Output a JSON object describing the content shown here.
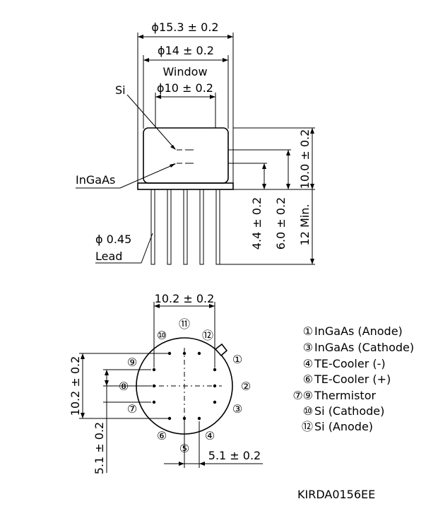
{
  "side_view": {
    "dim_outer_diameter": "ϕ15.3 ± 0.2",
    "dim_cap_diameter": "ϕ14 ± 0.2",
    "window_label": "Window",
    "dim_window_diameter": "ϕ10 ± 0.2",
    "si_label": "Si",
    "ingaas_label": "InGaAs",
    "lead_diameter": "ϕ 0.45",
    "lead_label": "Lead",
    "dim_cap_height": "10.0 ± 0.2",
    "dim_ingaas_height": "4.4 ± 0.2",
    "dim_si_height": "6.0 ± 0.2",
    "dim_lead_length": "12 Min."
  },
  "bottom_view": {
    "dim_pin_span_x": "10.2 ± 0.2",
    "dim_pin_span_y": "10.2 ± 0.2",
    "dim_half_y": "5.1 ± 0.2",
    "dim_half_x": "5.1 ± 0.2",
    "pins": [
      "①",
      "②",
      "③",
      "④",
      "⑤",
      "⑥",
      "⑦",
      "⑧",
      "⑨",
      "⑩",
      "⑪",
      "⑫"
    ]
  },
  "legend": [
    {
      "num": "①",
      "text": "InGaAs (Anode)"
    },
    {
      "num": "③",
      "text": "InGaAs (Cathode)"
    },
    {
      "num": "④",
      "text": "TE-Cooler (-)"
    },
    {
      "num": "⑥",
      "text": "TE-Cooler (+)"
    },
    {
      "num": "⑦⑨",
      "text": "Thermistor"
    },
    {
      "num": "⑩",
      "text": "Si (Cathode)"
    },
    {
      "num": "⑫",
      "text": "Si (Anode)"
    }
  ],
  "drawing_id": "KIRDA0156EE"
}
